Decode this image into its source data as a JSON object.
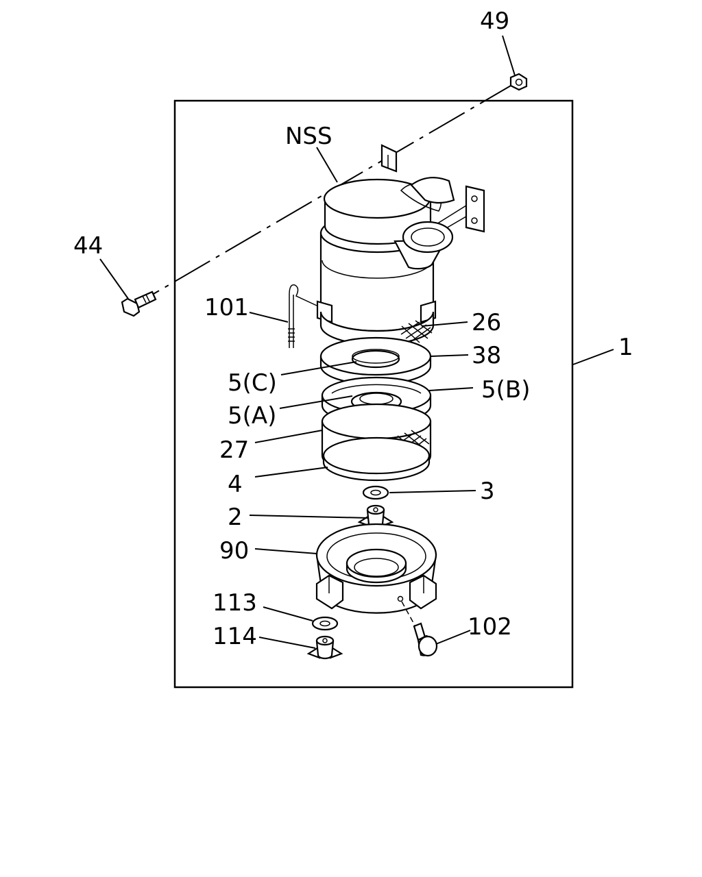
{
  "labels": {
    "n49": "49",
    "nss": "NSS",
    "n44": "44",
    "n101": "101",
    "n26": "26",
    "n38": "38",
    "n1": "1",
    "n5c": "5(C)",
    "n5b": "5(B)",
    "n5a": "5(A)",
    "n27": "27",
    "n4": "4",
    "n3": "3",
    "n2": "2",
    "n90": "90",
    "n113": "113",
    "n114": "114",
    "n102": "102"
  },
  "colors": {
    "ink": "#000000",
    "paper": "#ffffff"
  }
}
